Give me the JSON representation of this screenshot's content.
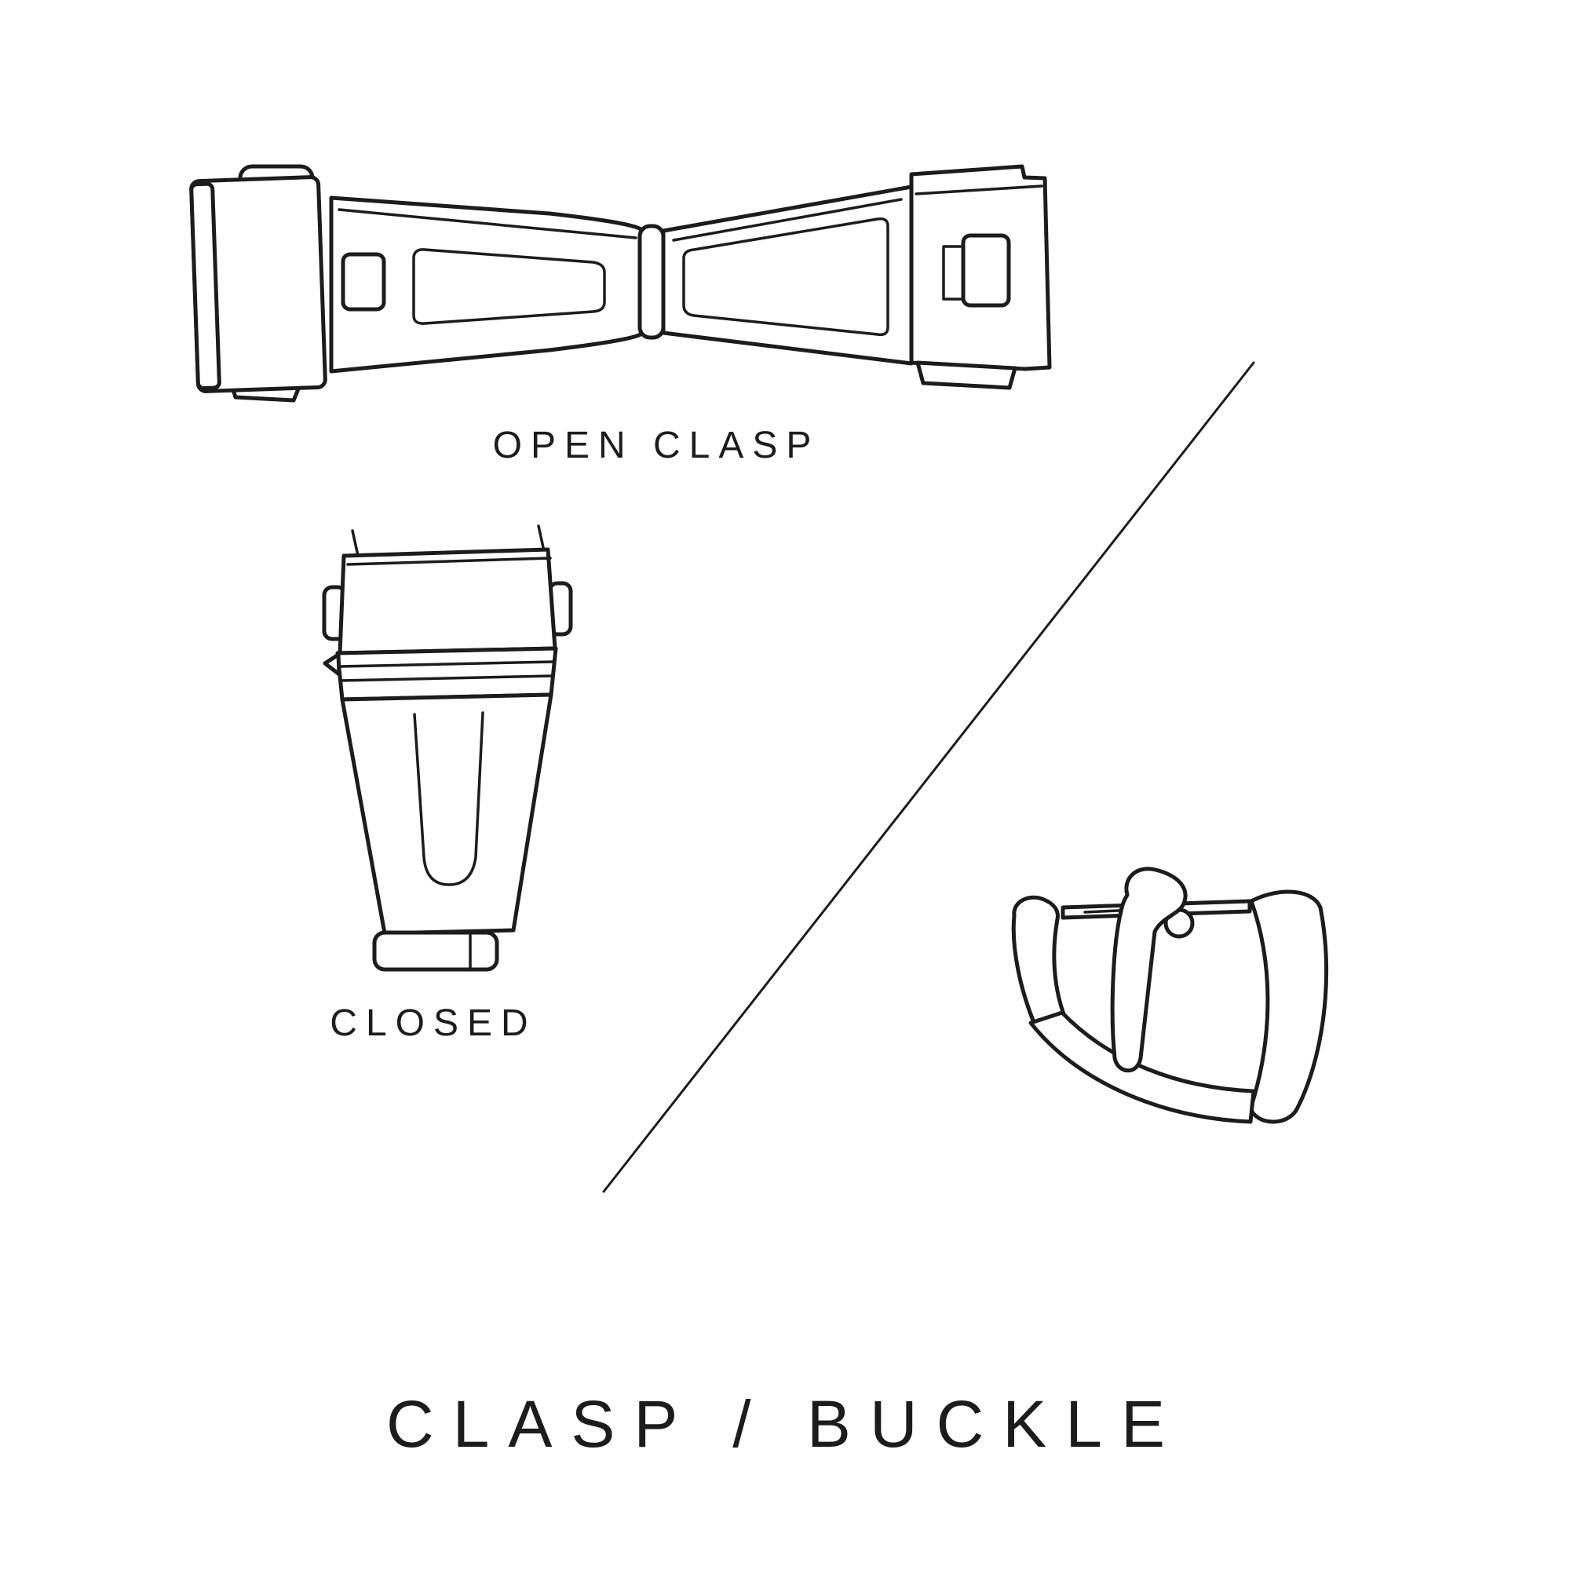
{
  "page": {
    "background_color": "#ffffff",
    "ink_color": "#1c1c1c"
  },
  "diagram": {
    "title": "CLASP / BUCKLE",
    "figures": [
      {
        "id": "open-clasp",
        "caption": "OPEN CLASP"
      },
      {
        "id": "closed-clasp",
        "caption": "CLOSED"
      },
      {
        "id": "buckle",
        "caption": ""
      }
    ]
  }
}
